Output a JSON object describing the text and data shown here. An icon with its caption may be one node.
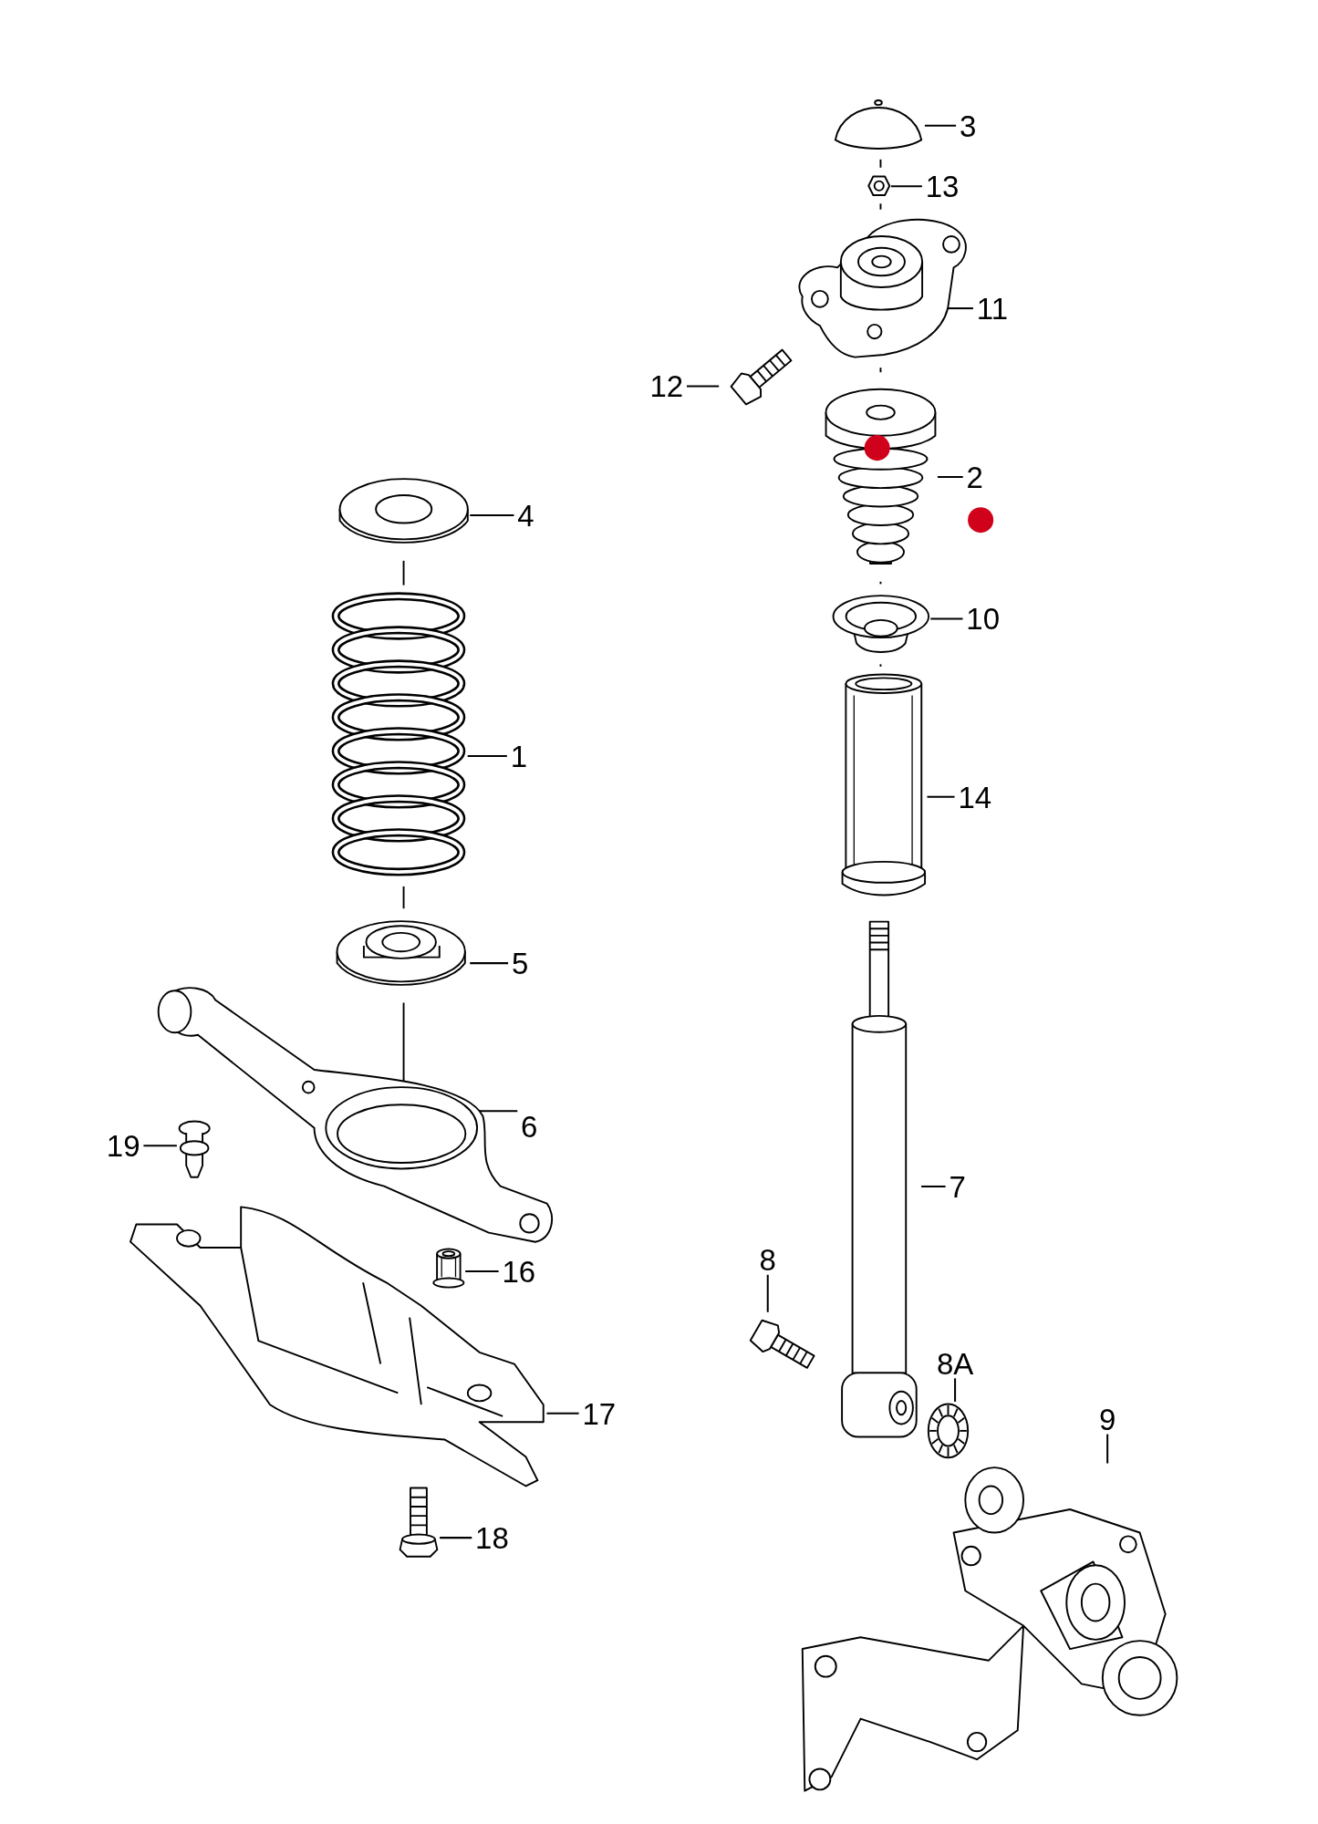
{
  "diagram": {
    "nodes": [
      {
        "text": [
          "3"
        ]
      },
      {
        "text": [],
        "shape": "picture"
      },
      {
        "text": [
          "13"
        ]
      },
      {
        "text": [],
        "shape": "picture"
      },
      {
        "text": [
          "11"
        ]
      },
      {
        "text": [],
        "shape": "picture"
      },
      {
        "text": [
          "12"
        ]
      },
      {
        "text": [],
        "shape": "picture"
      },
      {
        "text": [
          "2"
        ]
      },
      {
        "text": [],
        "shape": "picture"
      },
      {
        "text": [
          "4"
        ]
      },
      {
        "text": [],
        "shape": "picture"
      },
      {
        "text": [
          "10"
        ]
      },
      {
        "text": [],
        "shape": "picture"
      },
      {
        "text": [
          "1"
        ]
      },
      {
        "text": [],
        "shape": "picture"
      },
      {
        "text": [
          "14"
        ]
      },
      {
        "text": [],
        "shape": "picture"
      },
      {
        "text": [
          "5"
        ]
      },
      {
        "text": [],
        "shape": "picture"
      },
      {
        "text": [
          "6"
        ]
      },
      {
        "text": [],
        "shape": "picture"
      },
      {
        "text": [
          "19"
        ]
      },
      {
        "text": [],
        "shape": "picture"
      },
      {
        "text": [
          "7"
        ]
      },
      {
        "text": [],
        "shape": "picture"
      },
      {
        "text": [
          "8"
        ]
      },
      {
        "text": [],
        "shape": "picture"
      },
      {
        "text": [
          "16"
        ]
      },
      {
        "text": [],
        "shape": "picture"
      },
      {
        "text": [
          "8A"
        ]
      },
      {
        "text": [],
        "shape": "picture"
      },
      {
        "text": [
          "17"
        ]
      },
      {
        "text": [],
        "shape": "picture"
      },
      {
        "text": [
          "9"
        ]
      },
      {
        "text": [],
        "shape": "picture"
      },
      {
        "text": [
          "18"
        ]
      },
      {
        "text": [],
        "shape": "picture"
      }
    ],
    "edges": [
      {
        "from": 0,
        "to": 1,
        "arrow": "none"
      },
      {
        "from": 2,
        "to": 3,
        "arrow": "none"
      },
      {
        "from": 4,
        "to": 5,
        "arrow": "none"
      },
      {
        "from": 6,
        "to": 7,
        "arrow": "none"
      },
      {
        "from": 8,
        "to": 9,
        "arrow": "none"
      },
      {
        "from": 10,
        "to": 11,
        "arrow": "none"
      },
      {
        "from": 12,
        "to": 13,
        "arrow": "none"
      },
      {
        "from": 14,
        "to": 15,
        "arrow": "none"
      },
      {
        "from": 16,
        "to": 17,
        "arrow": "none"
      },
      {
        "from": 18,
        "to": 19,
        "arrow": "none"
      },
      {
        "from": 20,
        "to": 21,
        "arrow": "none"
      },
      {
        "from": 22,
        "to": 23,
        "arrow": "none"
      },
      {
        "from": 24,
        "to": 25,
        "arrow": "none"
      },
      {
        "from": 26,
        "to": 27,
        "arrow": "none"
      },
      {
        "from": 28,
        "to": 29,
        "arrow": "none"
      },
      {
        "from": 30,
        "to": 31,
        "arrow": "none"
      },
      {
        "from": 32,
        "to": 33,
        "arrow": "none"
      },
      {
        "from": 34,
        "to": 35,
        "arrow": "none"
      },
      {
        "from": 36,
        "to": 37,
        "arrow": "none"
      }
    ]
  }
}
